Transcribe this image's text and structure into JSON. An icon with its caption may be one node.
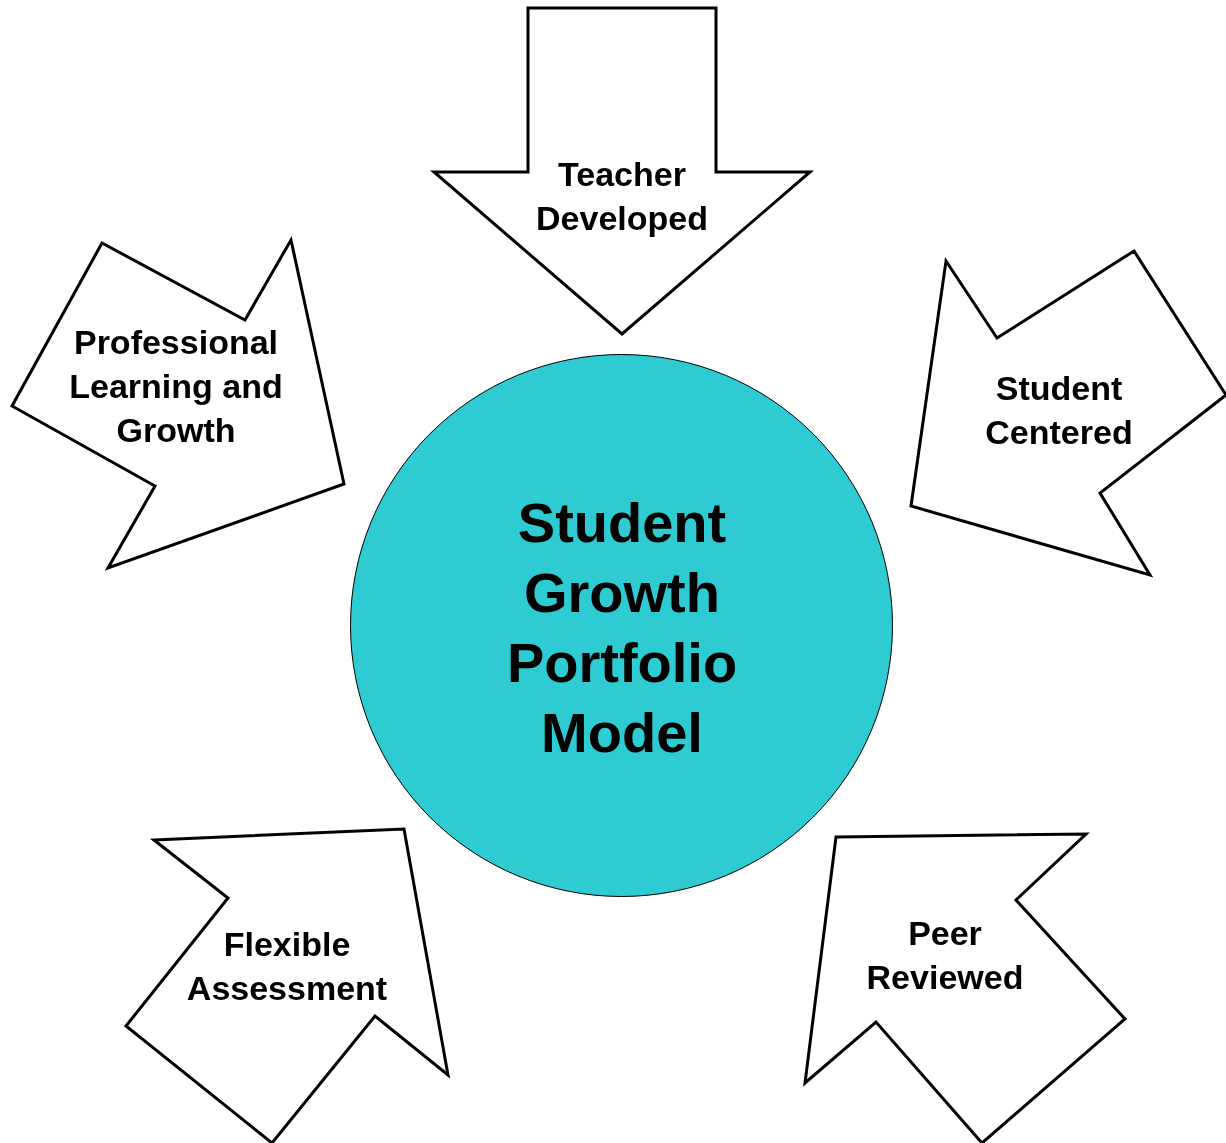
{
  "diagram": {
    "nodes": [
      {
        "text": [
          "Teacher Developed"
        ]
      },
      {
        "text": [
          "Professional Learning and Growth"
        ]
      },
      {
        "text": [
          "Student Centered"
        ]
      },
      {
        "text": [
          "Student Growth Portfolio Model"
        ]
      },
      {
        "text": [
          "Flexible Assessment"
        ]
      },
      {
        "text": [
          "Peer Reviewed"
        ]
      }
    ]
  }
}
